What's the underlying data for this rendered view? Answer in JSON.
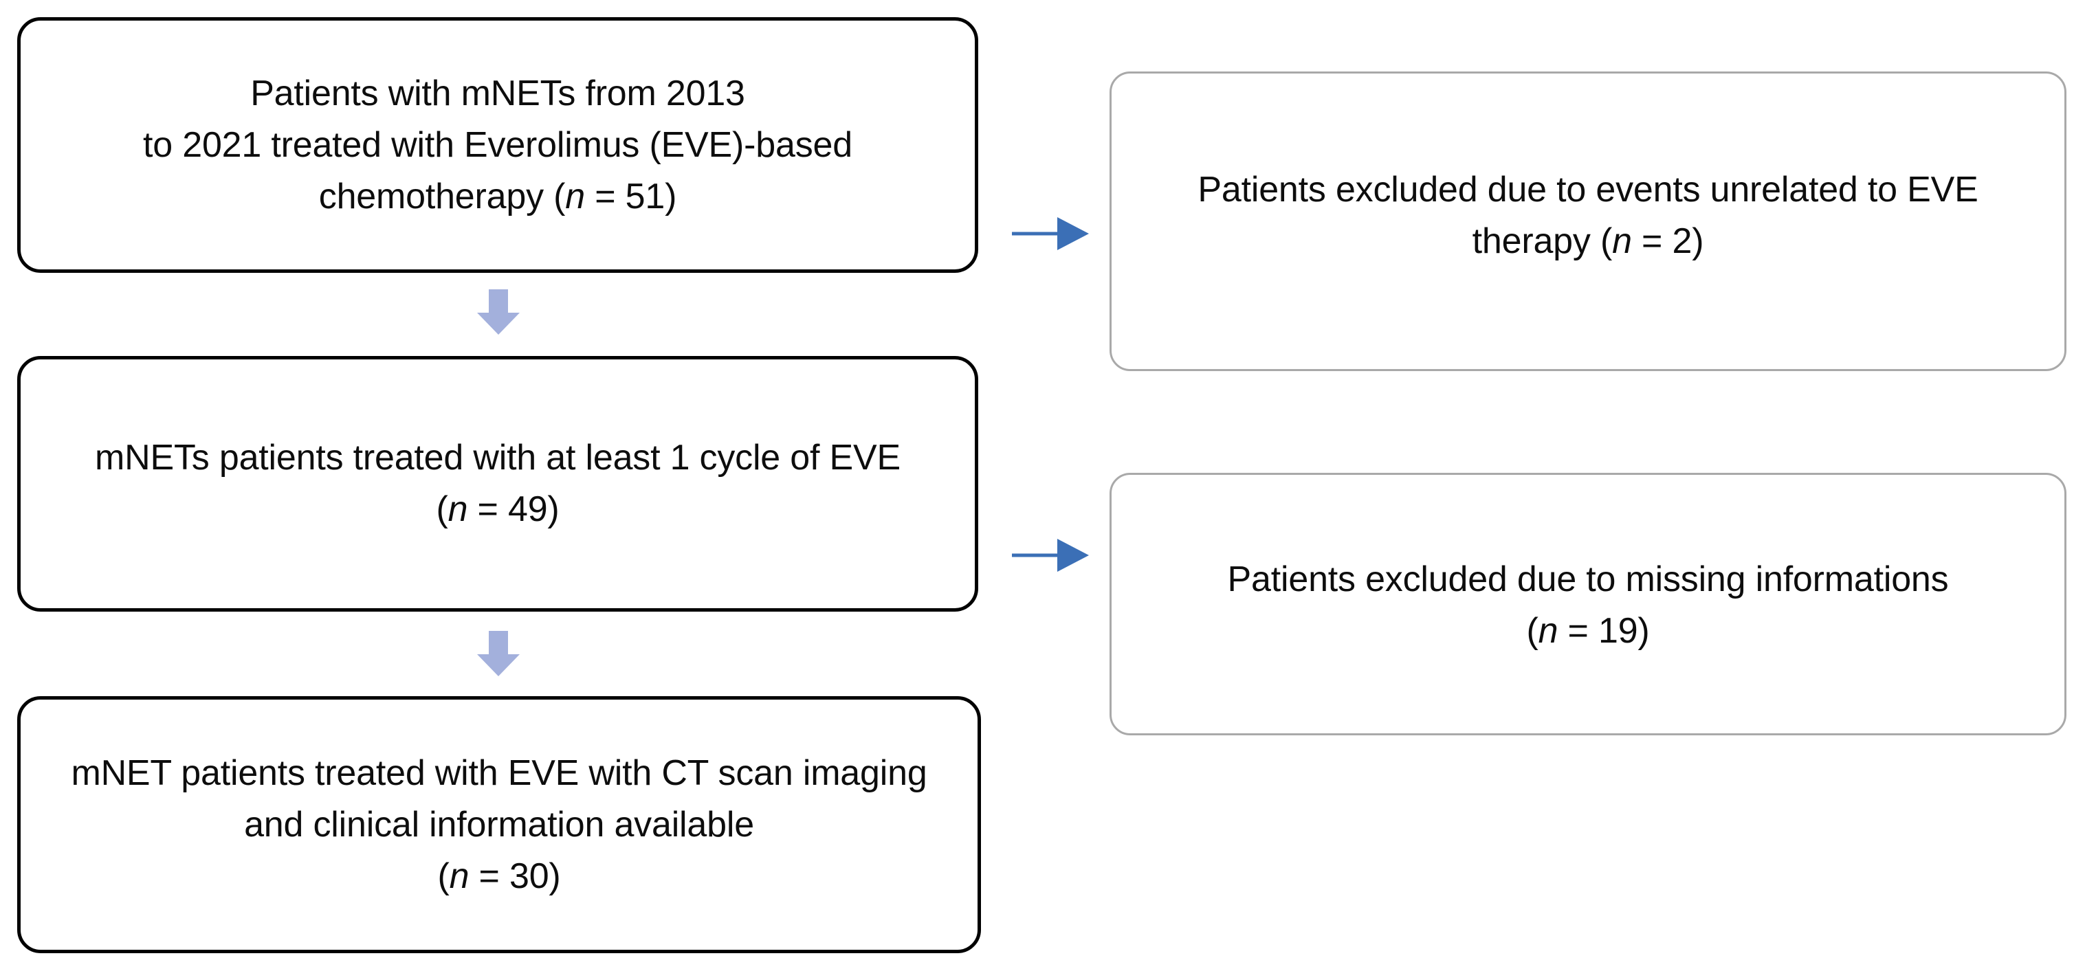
{
  "diagram": {
    "type": "patient-flow-diagram",
    "colors": {
      "primary_border": "#000000",
      "excluded_border": "#a9a9a9",
      "down_arrow": "#a3b0dc",
      "side_arrow": "#3b6fb6",
      "text": "#0d0d0d",
      "background": "#ffffff"
    },
    "nodes": {
      "enrolled": {
        "lines": [
          "Patients with mNETs from 2013",
          "to 2021 treated with Everolimus (EVE)-based",
          "chemotherapy ("
        ],
        "n_symbol": "n",
        "n_equals": " = 51)",
        "count": 51
      },
      "cycle": {
        "lines": [
          "mNETs patients treated with at least 1 cycle of EVE",
          "("
        ],
        "n_symbol": "n",
        "n_equals": " = 49)",
        "count": 49
      },
      "final": {
        "lines": [
          "mNET patients treated with EVE with CT scan imaging",
          "and clinical information available",
          "("
        ],
        "n_symbol": "n",
        "n_equals": " = 30)",
        "count": 30
      },
      "excluded_1": {
        "lines": [
          "Patients excluded due to events unrelated to EVE",
          "therapy ("
        ],
        "n_symbol": "n",
        "n_equals": " = 2)",
        "count": 2
      },
      "excluded_2": {
        "lines": [
          "Patients excluded due to missing informations",
          "("
        ],
        "n_symbol": "n",
        "n_equals": " = 19)",
        "count": 19
      }
    },
    "arrows": {
      "down_1": "down-arrow",
      "down_2": "down-arrow",
      "side_1": "right-arrow",
      "side_2": "right-arrow"
    }
  }
}
